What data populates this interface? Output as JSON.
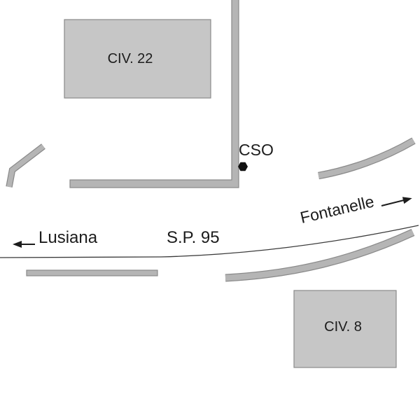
{
  "labels": {
    "building_top": "CIV. 22",
    "building_bottom": "CIV. 8",
    "marker": "CSO",
    "direction_left": "Lusiana",
    "road_name": "S.P. 95",
    "direction_right": "Fontanelle"
  },
  "colors": {
    "road_fill": "#b5b5b5",
    "building_fill": "#c6c6c6",
    "outline": "#8a8a8a",
    "ink": "#1c1c1c",
    "background": "#ffffff"
  }
}
